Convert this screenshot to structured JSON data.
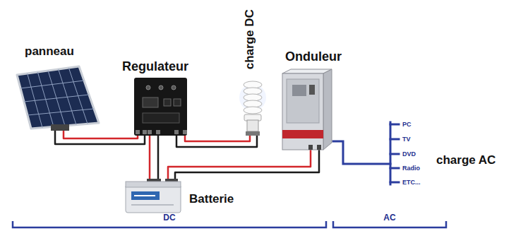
{
  "diagram": {
    "nodes": [
      {
        "text": [
          "panneau"
        ]
      },
      {
        "text": [
          "Regulateur"
        ]
      },
      {
        "text": [
          "charge DC"
        ]
      },
      {
        "text": [
          "Onduleur"
        ]
      },
      {
        "text": [
          "Batterie"
        ]
      }
    ],
    "edges": [
      {
        "from": 0,
        "to": 1,
        "arrow": "none"
      },
      {
        "from": 1,
        "to": 2,
        "arrow": "none"
      },
      {
        "from": 1,
        "to": 4,
        "arrow": "none"
      },
      {
        "from": 4,
        "to": 3,
        "arrow": "none"
      }
    ],
    "labels": [
      "PC",
      "TV",
      "DVD",
      "Radio",
      "ETC...",
      "charge AC",
      "DC",
      "AC"
    ]
  }
}
